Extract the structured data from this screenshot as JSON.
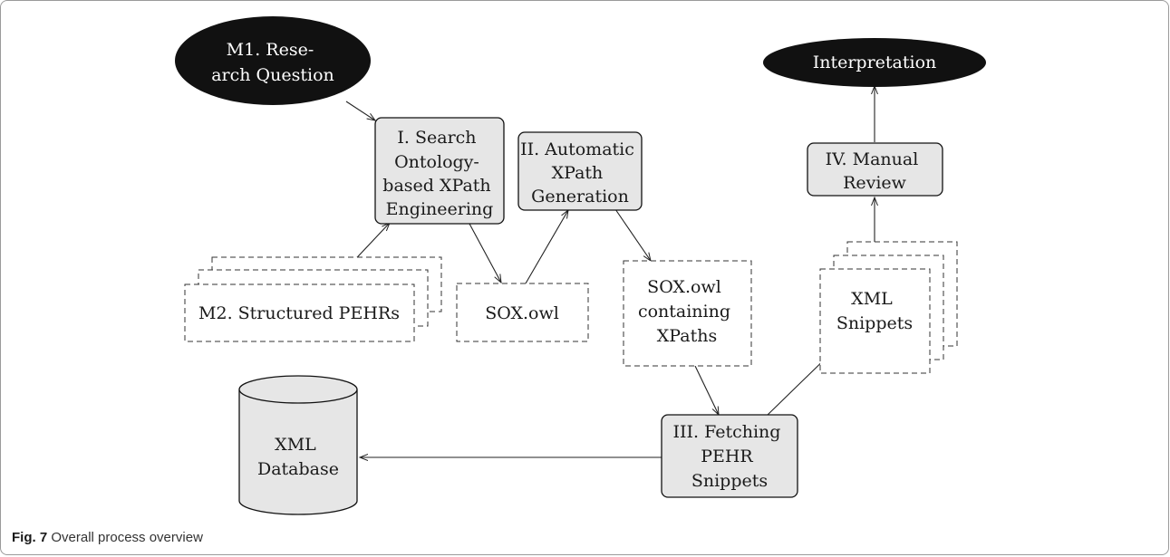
{
  "nodes": {
    "m1": {
      "lines": [
        "M1. Rese-",
        "arch Question"
      ]
    },
    "search": {
      "lines": [
        "I. Search",
        "Ontology-",
        "based XPath",
        "Engineering"
      ]
    },
    "auto": {
      "lines": [
        "II. Automatic",
        "XPath",
        "Generation"
      ]
    },
    "fetch": {
      "lines": [
        "III. Fetching",
        "PEHR",
        "Snippets"
      ]
    },
    "review": {
      "lines": [
        "IV. Manual",
        "Review"
      ]
    },
    "interp": {
      "lines": [
        "Interpretation"
      ]
    },
    "m2": {
      "lines": [
        "M2. Structured PEHRs"
      ]
    },
    "soxowl": {
      "lines": [
        "SOX.owl"
      ]
    },
    "soxx": {
      "lines": [
        "SOX.owl",
        "containing",
        "XPaths"
      ]
    },
    "xml": {
      "lines": [
        "XML",
        "Snippets"
      ]
    },
    "db": {
      "lines": [
        "XML",
        "Database"
      ]
    }
  },
  "caption": {
    "label": "Fig. 7",
    "text": "Overall process overview"
  }
}
